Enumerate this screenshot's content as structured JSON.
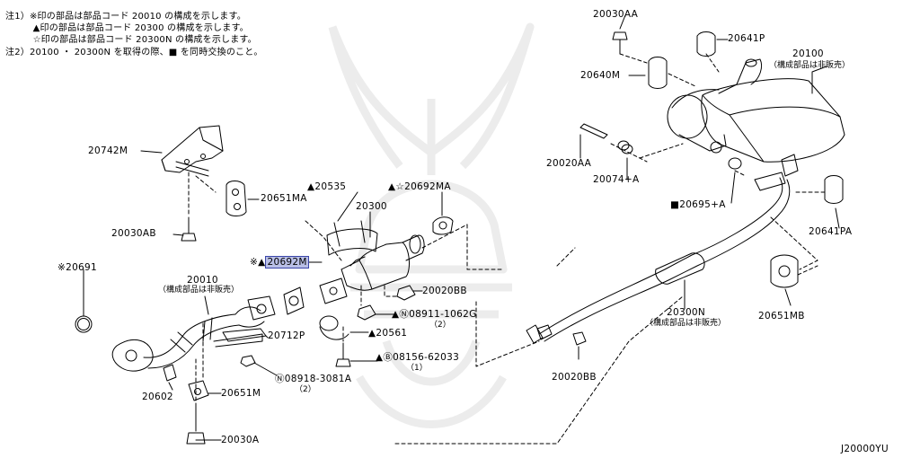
{
  "notes": [
    "注1）※印の部品は部品コード 20010 の構成を示します。",
    "　　　▲印の部品は部品コード 20300 の構成を示します。",
    "　　　☆印の部品は部品コード 20300N の構成を示します。",
    "注2）20100 ・ 20300N を取得の際、■ を同時交換のこと。"
  ],
  "labels": {
    "p20742m": "20742M",
    "p20651ma": "20651MA",
    "p20030ab": "20030AB",
    "p20535": "▲20535",
    "p20300": "20300",
    "p20692ma": "▲☆20692MA",
    "p20691": "※20691",
    "p20692m_prefix": "※▲",
    "p20692m_code": "20692M",
    "p20010": "20010",
    "p20010_note": "（構成部品は非販売）",
    "p20020bb": "20020BB",
    "p08911": "▲Ⓝ08911-1062G",
    "p08911_qty": "（2）",
    "p20712p": "20712P",
    "p20561": "▲20561",
    "p08156": "▲Ⓑ08156-62033",
    "p08156_qty": "（1）",
    "p08918": "Ⓝ08918-3081A",
    "p08918_qty": "（2）",
    "p20651m": "20651M",
    "p20602": "20602",
    "p20030a": "20030A",
    "p20030aa": "20030AA",
    "p20641p": "20641P",
    "p20100": "20100",
    "p20100_note": "（構成部品は非販売）",
    "p20640m": "20640M",
    "p20020aa": "20020AA",
    "p20074a": "20074+A",
    "p20695a": "■20695+A",
    "p20641pa": "20641PA",
    "p20300n": "20300N",
    "p20300n_note": "（構成部品は非販売）",
    "p20651mb": "20651MB",
    "p20020bb_2": "20020BB",
    "diagram_code": "J20000YU"
  },
  "colors": {
    "highlight_fill": "#b9bfe6",
    "highlight_border": "#3a45a8",
    "watermark": "#ececec"
  }
}
